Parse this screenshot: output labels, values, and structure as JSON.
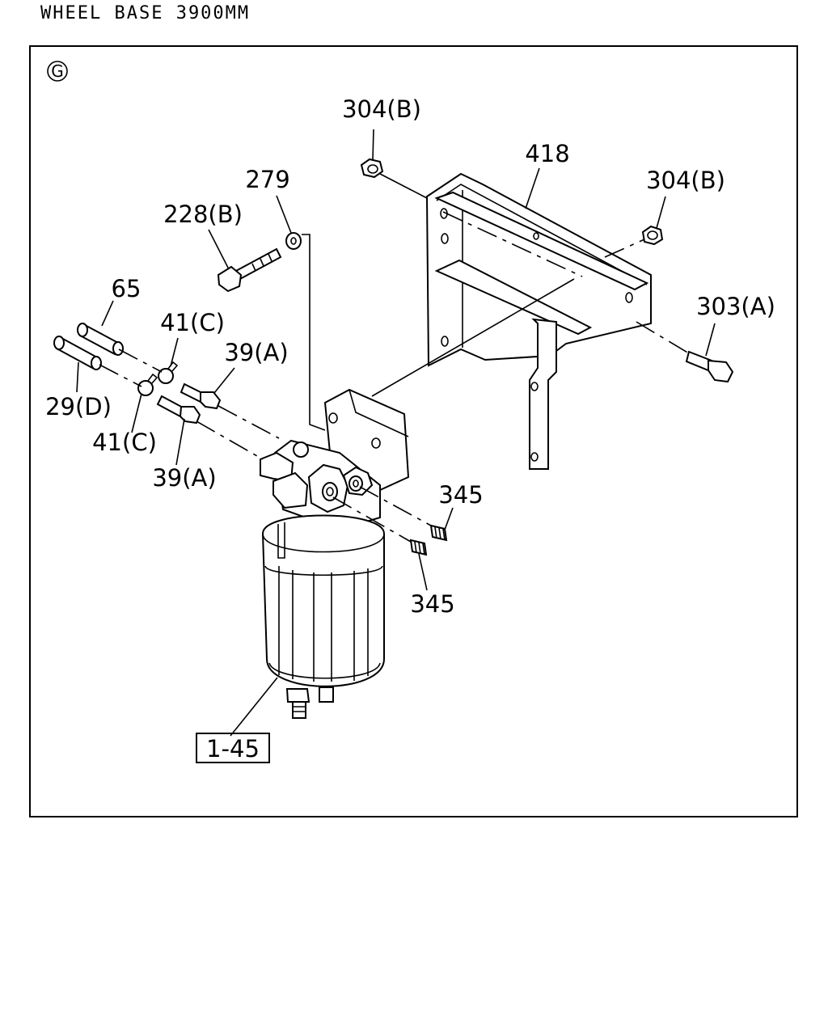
{
  "header": {
    "title": "WHEEL BASE 3900MM"
  },
  "frame": {
    "sheet_letter": "G"
  },
  "callouts": {
    "p304b_top": "304(B)",
    "p418": "418",
    "p304b_right": "304(B)",
    "p279": "279",
    "p228b": "228(B)",
    "p65": "65",
    "p41c_top": "41(C)",
    "p39a_top": "39(A)",
    "p303a": "303(A)",
    "p29d": "29(D)",
    "p41c_bottom": "41(C)",
    "p39a_bottom": "39(A)",
    "p345_top": "345",
    "p345_bottom": "345",
    "p1_45": "1-45"
  }
}
